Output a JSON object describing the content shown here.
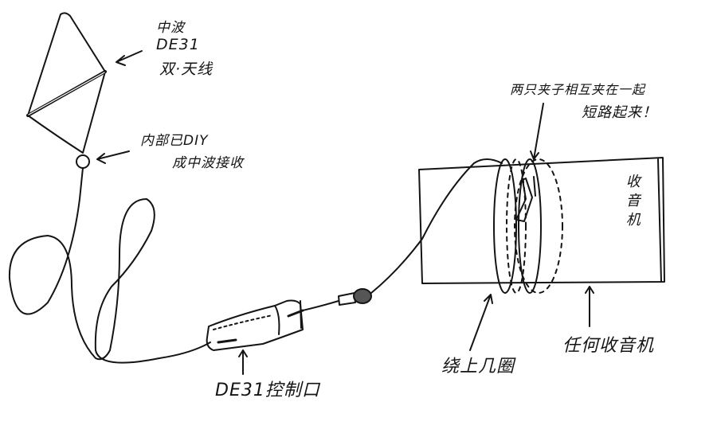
{
  "diagram": {
    "type": "hand-drawn sketch",
    "background": "#ffffff",
    "ink_color": "#141414",
    "components": {
      "antenna": {
        "label_line1": "中波",
        "label_line2": "DE31",
        "label_line3": "双·天线"
      },
      "internal_module": {
        "label_line1": "内部已DIY",
        "label_line2": "成中波接收"
      },
      "clip_note": {
        "label_line1": "两只夹子相互夹在一起",
        "label_line2": "短路起来！"
      },
      "radio_box": {
        "label": "收音机"
      },
      "controller": {
        "label": "DE31控制口"
      },
      "coil": {
        "label": "绕上几圈"
      },
      "any_radio": {
        "label": "任何收音机"
      }
    },
    "connections": [
      "antenna -> internal_module",
      "internal_module -> cable -> controller",
      "controller -> plug -> wire",
      "wire -> coil loops around radio",
      "clip on coil loops"
    ]
  }
}
